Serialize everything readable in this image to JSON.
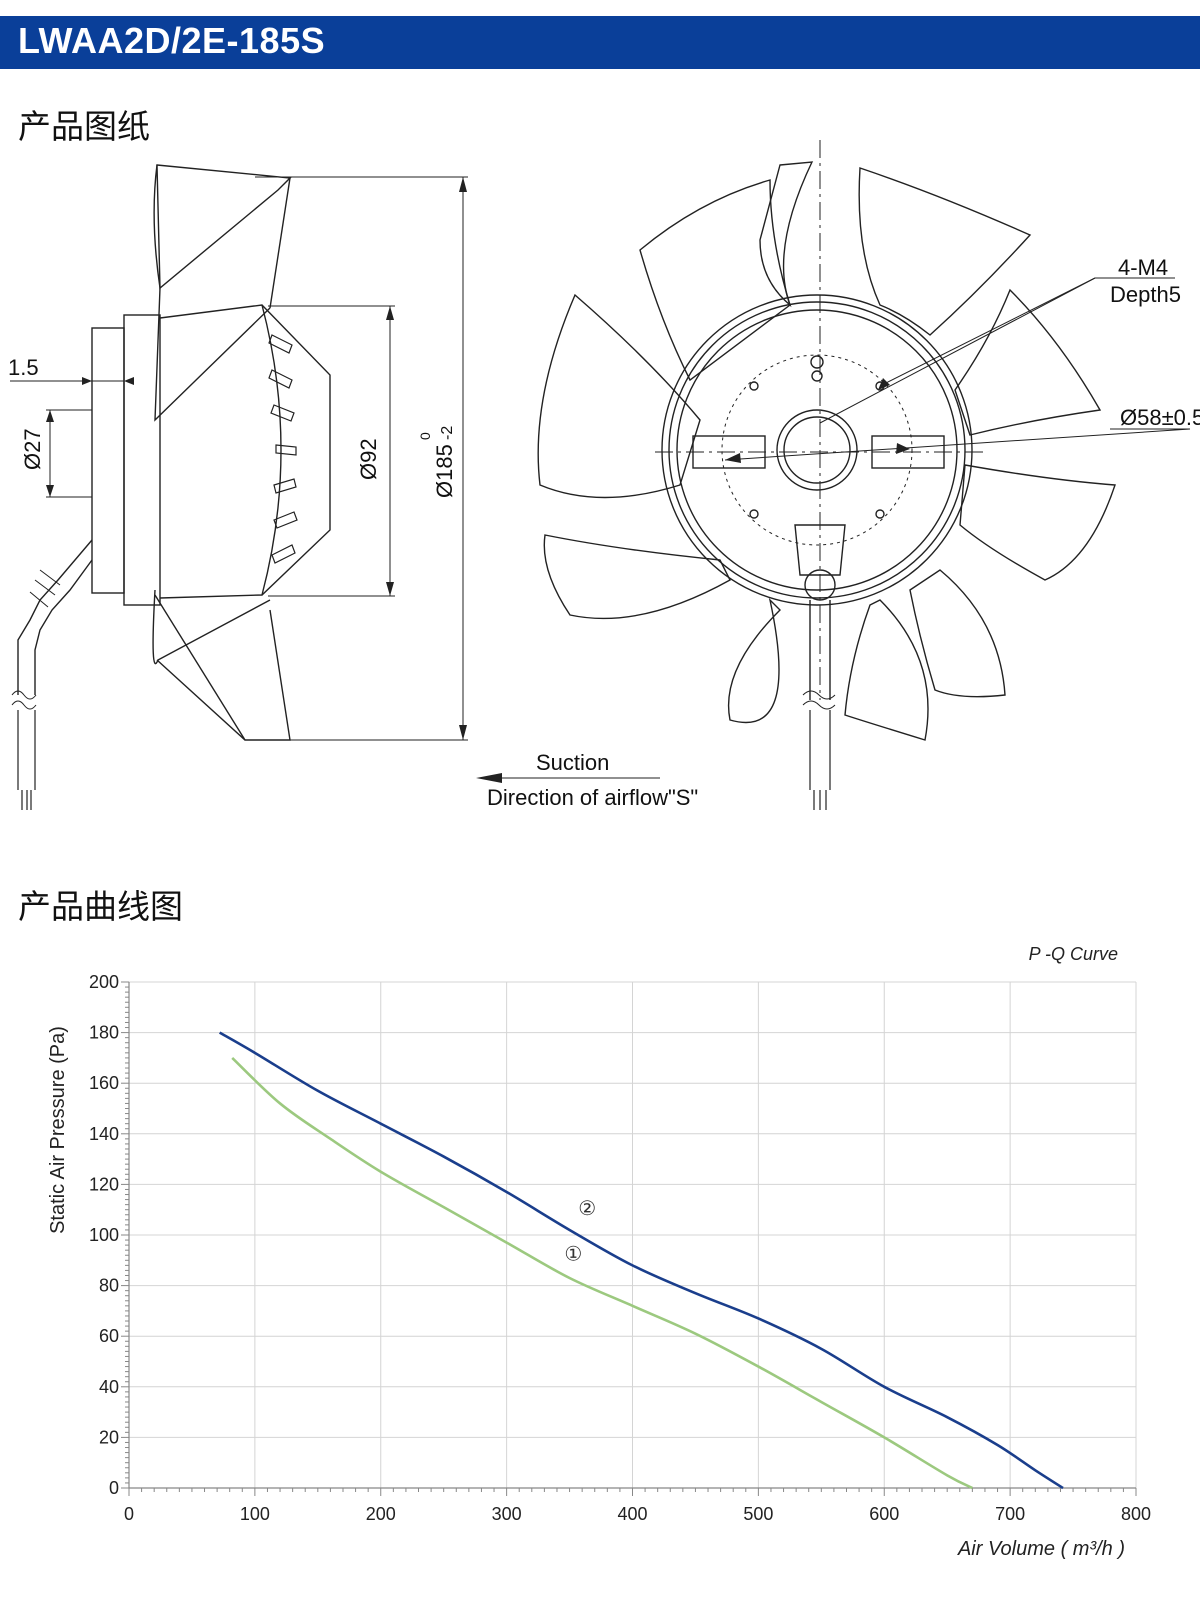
{
  "header": {
    "title": "LWAA2D/2E-185S"
  },
  "sections": {
    "drawing_title": "产品图纸",
    "curve_title": "产品曲线图"
  },
  "drawing": {
    "dim_flange": "1.5",
    "dim_shaft": "Ø27",
    "dim_hub": "Ø92",
    "dim_overall": "Ø185",
    "dim_overall_tol_upper": "0",
    "dim_overall_tol_lower": "-2",
    "mount_holes": "4-M4",
    "mount_depth": "Depth5",
    "dim_bolt_circle": "Ø58±0.5",
    "suction": "Suction",
    "airflow": "Direction of airflow\"S\""
  },
  "chart_data": {
    "type": "line",
    "title": "P -Q Curve",
    "xlabel": "Air Volume ( m³/h )",
    "ylabel": "Static Air Pressure  (Pa)",
    "xlim": [
      0,
      800
    ],
    "ylim": [
      0,
      200
    ],
    "xticks": [
      0,
      100,
      200,
      300,
      400,
      500,
      600,
      700,
      800
    ],
    "yticks": [
      0,
      20,
      40,
      60,
      80,
      100,
      120,
      140,
      160,
      180,
      200
    ],
    "grid": true,
    "series": [
      {
        "name": "①",
        "color": "#9cc97f",
        "points": [
          [
            82,
            170
          ],
          [
            120,
            152
          ],
          [
            160,
            138
          ],
          [
            200,
            125
          ],
          [
            250,
            111
          ],
          [
            300,
            97
          ],
          [
            350,
            83
          ],
          [
            400,
            72
          ],
          [
            450,
            61
          ],
          [
            500,
            48
          ],
          [
            550,
            34
          ],
          [
            600,
            20
          ],
          [
            650,
            5
          ],
          [
            670,
            0
          ]
        ],
        "label_at": [
          353,
          90
        ]
      },
      {
        "name": "②",
        "color": "#1a3e8c",
        "points": [
          [
            72,
            180
          ],
          [
            100,
            172
          ],
          [
            150,
            157
          ],
          [
            200,
            144
          ],
          [
            250,
            131
          ],
          [
            300,
            117
          ],
          [
            350,
            102
          ],
          [
            400,
            88
          ],
          [
            450,
            77
          ],
          [
            500,
            67
          ],
          [
            550,
            55
          ],
          [
            600,
            40
          ],
          [
            650,
            28
          ],
          [
            690,
            17
          ],
          [
            720,
            7
          ],
          [
            742,
            0
          ]
        ],
        "label_at": [
          364,
          108
        ]
      }
    ]
  }
}
